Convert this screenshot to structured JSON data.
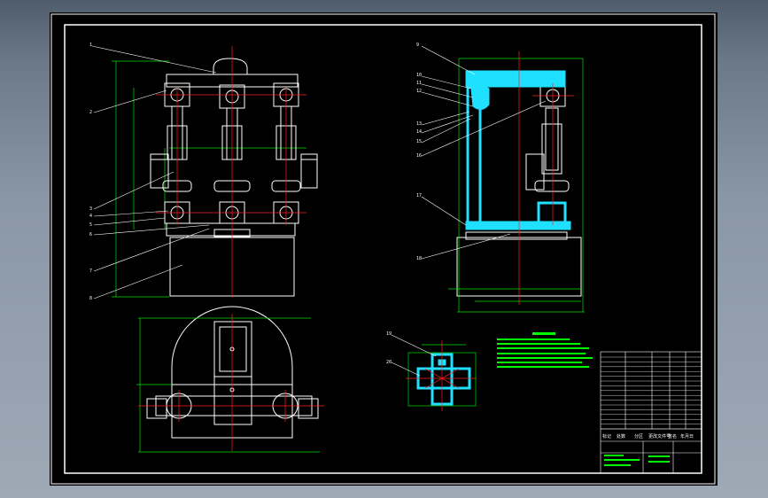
{
  "viewport": {
    "name": "cad-model-space"
  },
  "colors": {
    "background": "#000000",
    "frame": "#ffffff",
    "outline": "#ffffff",
    "centerline": "#ff2020",
    "dimension": "#00e000",
    "highlight": "#20e0ff",
    "tech_text": "#00ff00"
  },
  "title_block": {
    "header": [
      "标记",
      "处数",
      "分区",
      "更改文件号",
      "签名",
      "年月日"
    ],
    "scale_label": "比例"
  },
  "balloons": {
    "front_view": [
      "1",
      "2",
      "3",
      "4",
      "5",
      "6",
      "7",
      "8"
    ],
    "side_view": [
      "9",
      "10",
      "11",
      "12",
      "13",
      "14",
      "15",
      "16",
      "17",
      "18"
    ],
    "detail_view": [
      "19",
      "20"
    ]
  },
  "tech_notes": {
    "title": "技术要求"
  }
}
